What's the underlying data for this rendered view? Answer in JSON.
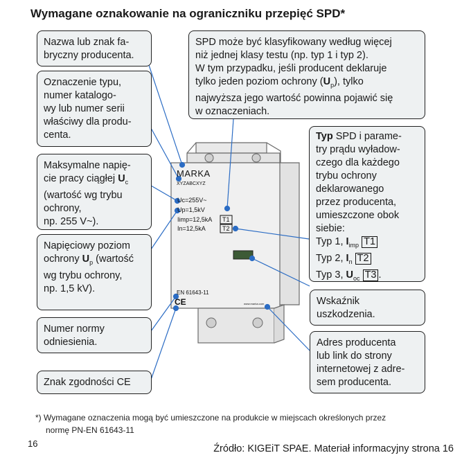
{
  "title": "Wymagane oznakowanie na ograniczniku przepięć SPD*",
  "boxes": {
    "manufacturer": [
      "Nazwa lub znak fa-",
      "bryczny producenta."
    ],
    "type_designation": [
      "Oznaczenie typu,",
      "numer katalogo-",
      "wy lub numer serii",
      "właściwy dla produ-",
      "centa."
    ],
    "max_voltage": {
      "l1": "Maksymalne napię-",
      "l2_pre": "cie pracy ciągłej ",
      "l2_sym": "U",
      "l2_sub": "c",
      "l3": "(wartość wg trybu",
      "l4": "ochrony,",
      "l5": "np. 255 V~)."
    },
    "protection_level": {
      "l1": "Napięciowy poziom",
      "l2_pre": "ochrony ",
      "l2_sym": "U",
      "l2_sub": "p",
      "l2_post": " (wartość",
      "l3": "wg trybu ochrony,",
      "l4": "np. 1,5 kV)."
    },
    "standard": [
      "Numer normy",
      "odniesienia."
    ],
    "ce": "Znak zgodności CE",
    "classification": {
      "l1": "SPD może być klasyfikowany według więcej",
      "l2": "niż jednej klasy testu (np. typ 1 i typ 2).",
      "l3": "W tym przypadku, jeśli producent deklaruje",
      "l4_pre": "tylko jeden poziom ochrony (",
      "l4_sym": "U",
      "l4_sub": "p",
      "l4_post": "), tylko",
      "l5": "najwyższa jego wartość powinna pojawić się",
      "l6": "w oznaczeniach."
    },
    "type_params": {
      "l1_bold": "Typ",
      "l1_rest": " SPD i parame-",
      "l2": "try prądu wyładow-",
      "l3": "czego dla każdego",
      "l4": "trybu ochrony",
      "l5": "deklarowanego",
      "l6": "przez producenta,",
      "l7": "umieszczone obok",
      "l8": "siebie:",
      "types": [
        {
          "label": "Typ 1, ",
          "sym": "I",
          "sub": "imp",
          "tag": "T1"
        },
        {
          "label": "Typ 2, ",
          "sym": "I",
          "sub": "n",
          "tag": "T2"
        },
        {
          "label": "Typ 3, ",
          "sym": "U",
          "sub": "oc",
          "tag": "T3",
          "end": "."
        }
      ]
    },
    "indicator": [
      "Wskaźnik",
      "uszkodzenia."
    ],
    "address": [
      "Adres producenta",
      "lub link do strony",
      "internetowej z adre-",
      "sem producenta."
    ]
  },
  "device": {
    "brand": "MARKA",
    "model": "XYZABCXYZ",
    "uc": "Uc=255V~",
    "up": "Up=1,5kV",
    "iimp": "Iimp=12,5kA",
    "in": "In=12,5kA",
    "tag1": "T1",
    "tag2": "T2",
    "standard": "EN 61643-11",
    "ce": "CE",
    "url": "www.marka.com"
  },
  "footnote": {
    "l1": "*) Wymagane oznaczenia mogą być umieszczone na produkcie w miejscach określonych przez",
    "l2": "normę PN-EN 61643-11"
  },
  "page_number": "16",
  "source": "Źródło: KIGEiT SPAE. Materiał informacyjny strona 16",
  "colors": {
    "box_fill": "#eef1f2",
    "leader": "#2b6cc4",
    "device_body": "#eeeeee"
  }
}
